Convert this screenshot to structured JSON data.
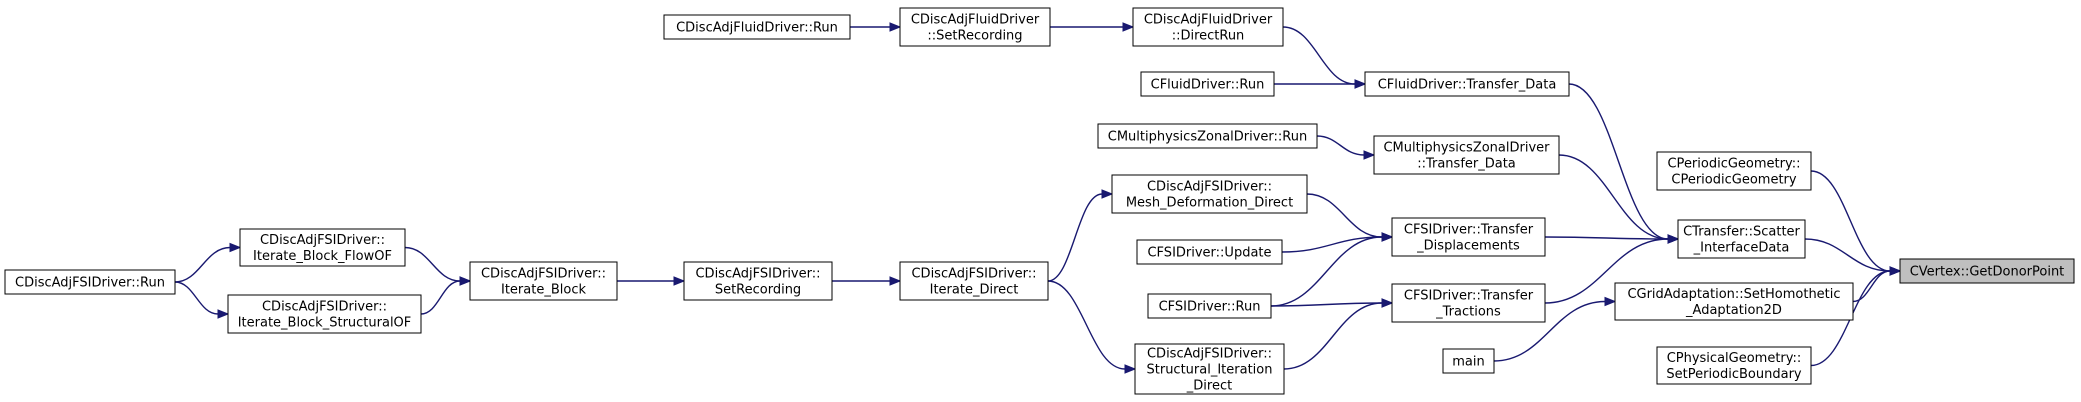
{
  "colors": {
    "edge": "#191970",
    "root_fill": "#bfbfbf",
    "node_fill": "#ffffff",
    "node_border": "#000000"
  },
  "nodes": {
    "get_donor_point": {
      "lines": [
        "CVertex::GetDonorPoint"
      ]
    },
    "periodic_geometry": {
      "lines": [
        "CPeriodicGeometry::",
        "CPeriodicGeometry"
      ]
    },
    "scatter_interface": {
      "lines": [
        "CTransfer::Scatter",
        "_InterfaceData"
      ]
    },
    "set_homothetic": {
      "lines": [
        "CGridAdaptation::SetHomothetic",
        "_Adaptation2D"
      ]
    },
    "set_periodic_boundary": {
      "lines": [
        "CPhysicalGeometry::",
        "SetPeriodicBoundary"
      ]
    },
    "fluid_transfer_data": {
      "lines": [
        "CFluidDriver::Transfer_Data"
      ]
    },
    "multiphysics_transfer": {
      "lines": [
        "CMultiphysicsZonalDriver",
        "::Transfer_Data"
      ]
    },
    "fsi_transfer_disp": {
      "lines": [
        "CFSIDriver::Transfer",
        "_Displacements"
      ]
    },
    "fsi_transfer_tract": {
      "lines": [
        "CFSIDriver::Transfer",
        "_Tractions"
      ]
    },
    "main": {
      "lines": [
        "main"
      ]
    },
    "disc_fluid_directrun": {
      "lines": [
        "CDiscAdjFluidDriver",
        "::DirectRun"
      ]
    },
    "fluid_run": {
      "lines": [
        "CFluidDriver::Run"
      ]
    },
    "disc_fluid_setrec": {
      "lines": [
        "CDiscAdjFluidDriver",
        "::SetRecording"
      ]
    },
    "disc_fluid_run": {
      "lines": [
        "CDiscAdjFluidDriver::Run"
      ]
    },
    "multiphysics_run": {
      "lines": [
        "CMultiphysicsZonalDriver::Run"
      ]
    },
    "mesh_deform": {
      "lines": [
        "CDiscAdjFSIDriver::",
        "Mesh_Deformation_Direct"
      ]
    },
    "fsi_update": {
      "lines": [
        "CFSIDriver::Update"
      ]
    },
    "fsi_run": {
      "lines": [
        "CFSIDriver::Run"
      ]
    },
    "iterate_direct": {
      "lines": [
        "CDiscAdjFSIDriver::",
        "Iterate_Direct"
      ]
    },
    "structural_iter": {
      "lines": [
        "CDiscAdjFSIDriver::",
        "Structural_Iteration",
        "_Direct"
      ]
    },
    "fsi_setrecording": {
      "lines": [
        "CDiscAdjFSIDriver::",
        "SetRecording"
      ]
    },
    "iterate_block": {
      "lines": [
        "CDiscAdjFSIDriver::",
        "Iterate_Block"
      ]
    },
    "iterate_flowof": {
      "lines": [
        "CDiscAdjFSIDriver::",
        "Iterate_Block_FlowOF"
      ]
    },
    "iterate_structof": {
      "lines": [
        "CDiscAdjFSIDriver::",
        "Iterate_Block_StructuralOF"
      ]
    },
    "fsi_disc_run": {
      "lines": [
        "CDiscAdjFSIDriver::Run"
      ]
    }
  },
  "edges": [
    [
      "periodic_geometry",
      "get_donor_point"
    ],
    [
      "scatter_interface",
      "get_donor_point"
    ],
    [
      "set_homothetic",
      "get_donor_point"
    ],
    [
      "set_periodic_boundary",
      "get_donor_point"
    ],
    [
      "fluid_transfer_data",
      "scatter_interface"
    ],
    [
      "multiphysics_transfer",
      "scatter_interface"
    ],
    [
      "fsi_transfer_disp",
      "scatter_interface"
    ],
    [
      "fsi_transfer_tract",
      "scatter_interface"
    ],
    [
      "main",
      "set_homothetic"
    ],
    [
      "disc_fluid_directrun",
      "fluid_transfer_data"
    ],
    [
      "fluid_run",
      "fluid_transfer_data"
    ],
    [
      "disc_fluid_setrec",
      "disc_fluid_directrun"
    ],
    [
      "disc_fluid_run",
      "disc_fluid_setrec"
    ],
    [
      "multiphysics_run",
      "multiphysics_transfer"
    ],
    [
      "mesh_deform",
      "fsi_transfer_disp"
    ],
    [
      "fsi_update",
      "fsi_transfer_disp"
    ],
    [
      "fsi_run",
      "fsi_transfer_disp"
    ],
    [
      "iterate_direct",
      "mesh_deform"
    ],
    [
      "fsi_run",
      "fsi_transfer_tract"
    ],
    [
      "structural_iter",
      "fsi_transfer_tract"
    ],
    [
      "iterate_direct",
      "structural_iter"
    ],
    [
      "fsi_setrecording",
      "iterate_direct"
    ],
    [
      "iterate_block",
      "fsi_setrecording"
    ],
    [
      "iterate_flowof",
      "iterate_block"
    ],
    [
      "iterate_structof",
      "iterate_block"
    ],
    [
      "fsi_disc_run",
      "iterate_flowof"
    ],
    [
      "fsi_disc_run",
      "iterate_structof"
    ]
  ]
}
